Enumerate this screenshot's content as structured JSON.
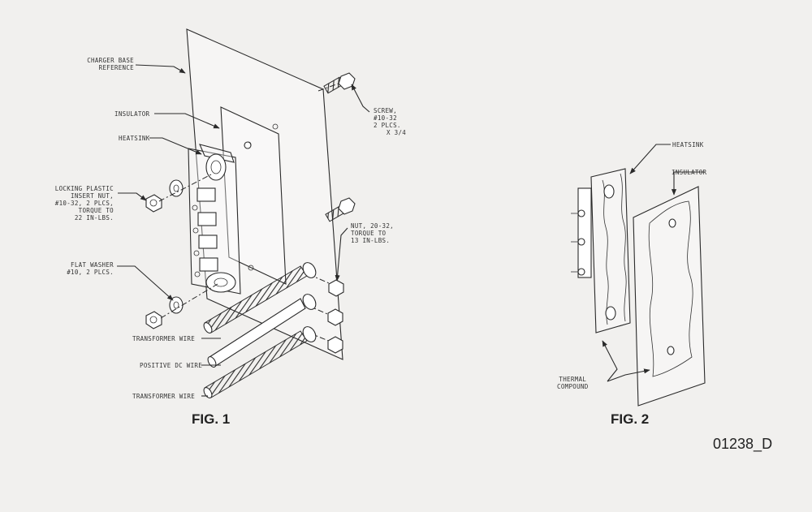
{
  "fig1": {
    "title": "FIG. 1",
    "callouts": {
      "charger_base": [
        "CHARGER BASE",
        "REFERENCE"
      ],
      "insulator": [
        "INSULATOR"
      ],
      "heatsink": [
        "HEATSINK"
      ],
      "locking_nut": [
        "LOCKING PLASTIC",
        "INSERT NUT,",
        "#10-32, 2 PLCS,",
        "TORQUE TO",
        "22 IN-LBS."
      ],
      "flat_washer": [
        "FLAT WASHER",
        "#10, 2 PLCS."
      ],
      "screw": [
        "SCREW,",
        "#10-32",
        "2 PLCS.",
        "X 3/4"
      ],
      "nut": [
        "NUT, 20-32,",
        "TORQUE TO",
        "13 IN-LBS."
      ],
      "transformer_wire_top": [
        "TRANSFORMER WIRE"
      ],
      "positive_dc_wire": [
        "POSITIVE DC WIRE"
      ],
      "transformer_wire_bottom": [
        "TRANSFORMER WIRE"
      ]
    }
  },
  "fig2": {
    "title": "FIG. 2",
    "callouts": {
      "heatsink": [
        "HEATSINK"
      ],
      "insulator": [
        "INSULATOR"
      ],
      "thermal_compound": [
        "THERMAL",
        "COMPOUND"
      ]
    }
  },
  "drawing_number": "01238_D"
}
